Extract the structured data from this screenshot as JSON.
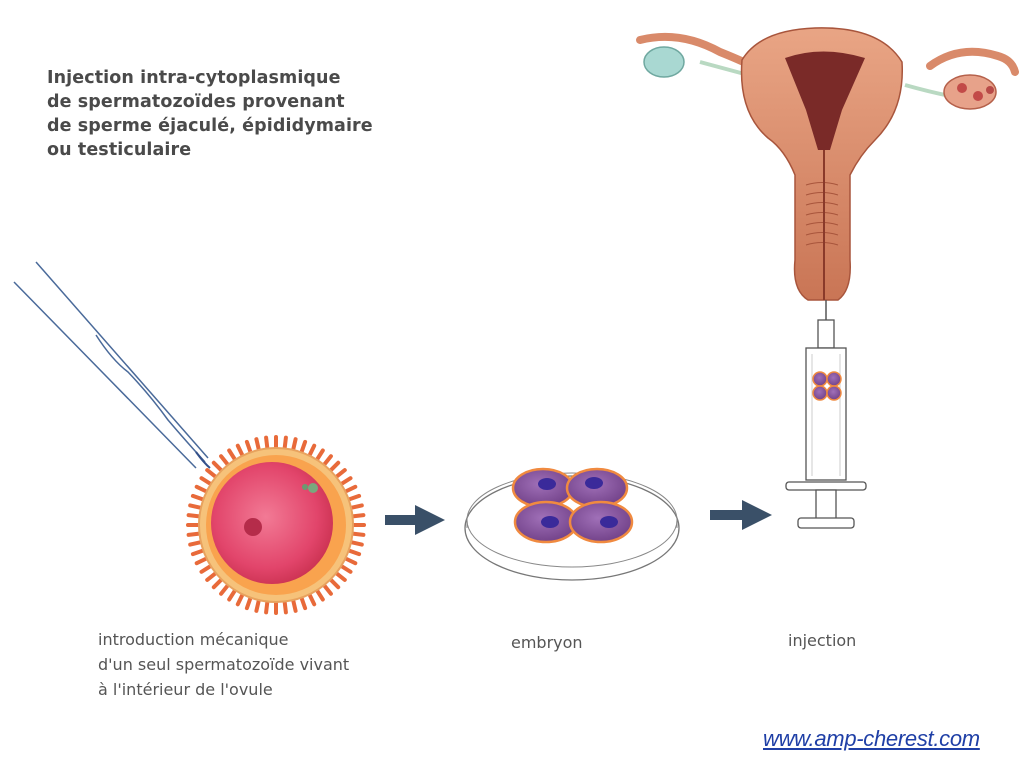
{
  "title": "Injection intra-cytoplasmique\nde spermatozoïdes provenant\nde sperme éjaculé, épididymaire\nou testiculaire",
  "steps": [
    {
      "label": "introduction mécanique\nd'un seul spermatozoïde vivant\nà l'intérieur de l'ovule"
    },
    {
      "label": "embryon"
    },
    {
      "label": "injection"
    }
  ],
  "source_link": "www.amp-cherest.com",
  "colors": {
    "arrow": "#3a5068",
    "text": "#555555",
    "link": "#1f3fa6",
    "ovum": "#e84a6e",
    "uterus": "#d98a6a",
    "cell": "#8e5aa0"
  }
}
